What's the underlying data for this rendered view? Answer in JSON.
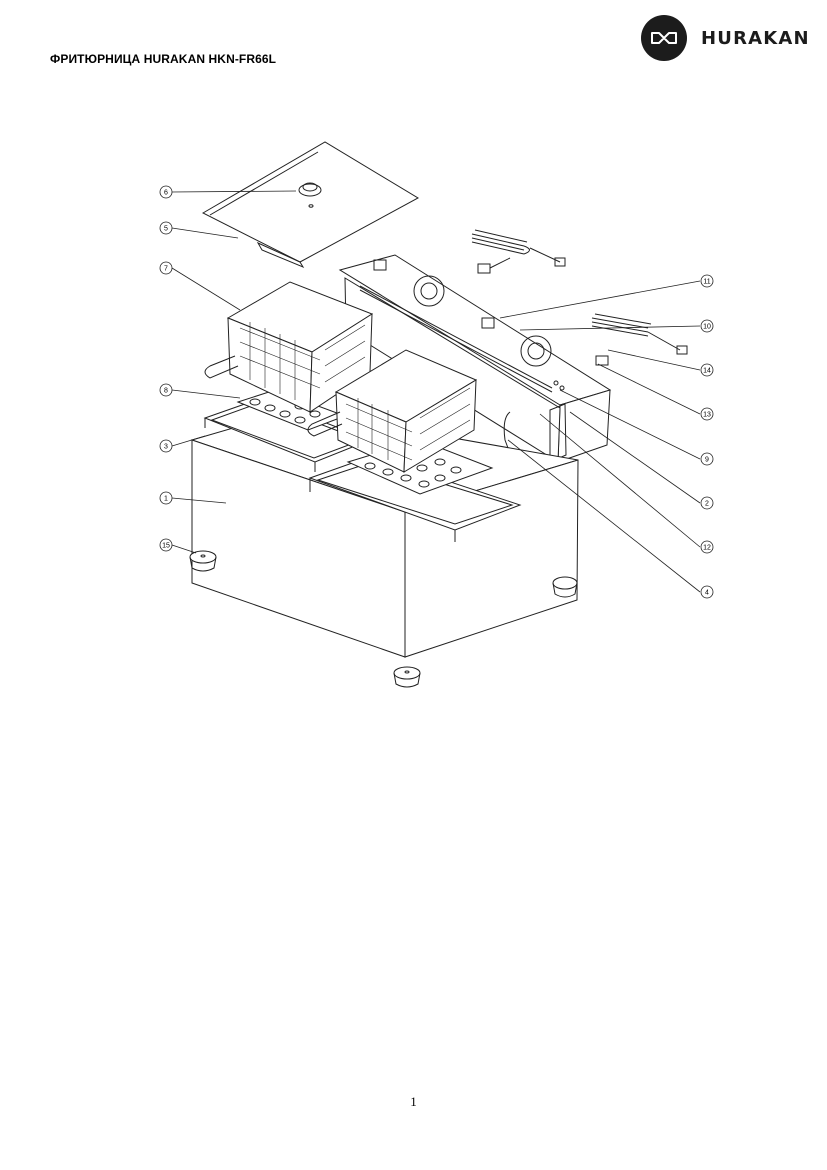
{
  "header": {
    "title": "ФРИТЮРНИЦА HURAKAN HKN-FR66L",
    "brand": "HURAKAN",
    "logo_icon": "infinity-loop-icon"
  },
  "diagram": {
    "callouts": [
      {
        "id": "6",
        "label": "6"
      },
      {
        "id": "5",
        "label": "5"
      },
      {
        "id": "7",
        "label": "7"
      },
      {
        "id": "8",
        "label": "8"
      },
      {
        "id": "3",
        "label": "3"
      },
      {
        "id": "1",
        "label": "1"
      },
      {
        "id": "15",
        "label": "15"
      },
      {
        "id": "11",
        "label": "11"
      },
      {
        "id": "10",
        "label": "10"
      },
      {
        "id": "14",
        "label": "14"
      },
      {
        "id": "13",
        "label": "13"
      },
      {
        "id": "9",
        "label": "9"
      },
      {
        "id": "2",
        "label": "2"
      },
      {
        "id": "12",
        "label": "12"
      },
      {
        "id": "4",
        "label": "4"
      }
    ]
  },
  "footer": {
    "page_number": "1"
  }
}
